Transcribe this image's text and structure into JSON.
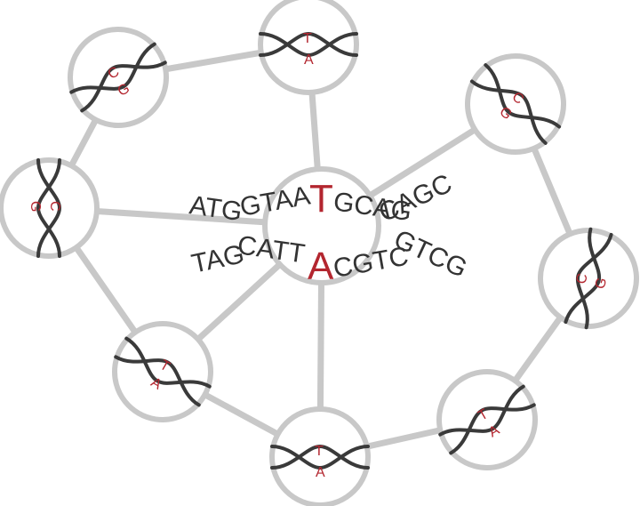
{
  "diagram": {
    "center": {
      "top_strand": [
        {
          "text": "ATG",
          "highlight": false
        },
        {
          "text": "GTAA",
          "highlight": false
        },
        {
          "text": "T",
          "highlight": true
        },
        {
          "text": "GCAG",
          "highlight": false
        },
        {
          "text": "CAGC",
          "highlight": false
        }
      ],
      "bottom_strand": [
        {
          "text": "TAG",
          "highlight": false
        },
        {
          "text": "CATT",
          "highlight": false
        },
        {
          "text": "A",
          "highlight": true
        },
        {
          "text": "CGTC",
          "highlight": false
        },
        {
          "text": "GTCG",
          "highlight": false
        }
      ]
    },
    "nodes": [
      {
        "id": "n1",
        "pair": [
          "T",
          "A"
        ]
      },
      {
        "id": "n2",
        "pair": [
          "C",
          "G"
        ]
      },
      {
        "id": "n3",
        "pair": [
          "C",
          "G"
        ]
      },
      {
        "id": "n4",
        "pair": [
          "C",
          "G"
        ]
      },
      {
        "id": "n5",
        "pair": [
          "C",
          "G"
        ]
      },
      {
        "id": "n6",
        "pair": [
          "T",
          "A"
        ]
      },
      {
        "id": "n7",
        "pair": [
          "T",
          "A"
        ]
      },
      {
        "id": "n8",
        "pair": [
          "T",
          "A"
        ]
      }
    ],
    "colors": {
      "edge": "#c8c8c8",
      "strand": "#3a3a3a",
      "highlight": "#b3262f",
      "text": "#333333"
    }
  }
}
